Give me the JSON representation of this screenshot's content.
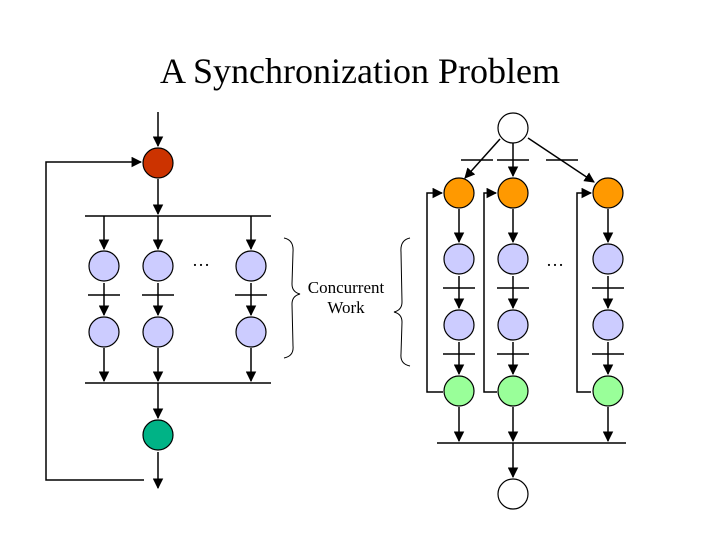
{
  "slide": {
    "title": "A Synchronization Problem"
  },
  "labels": {
    "concurrent_line1": "Concurrent",
    "concurrent_line2": "Work",
    "ellipsis_left": "…",
    "ellipsis_right": "…"
  },
  "colors": {
    "start_node": "#cc3300",
    "end_node": "#00b386",
    "work_node": "#ccccff",
    "split_node": "#ff9900",
    "finish_node": "#99ff99",
    "empty_node": "#ffffff",
    "line": "#000000"
  }
}
